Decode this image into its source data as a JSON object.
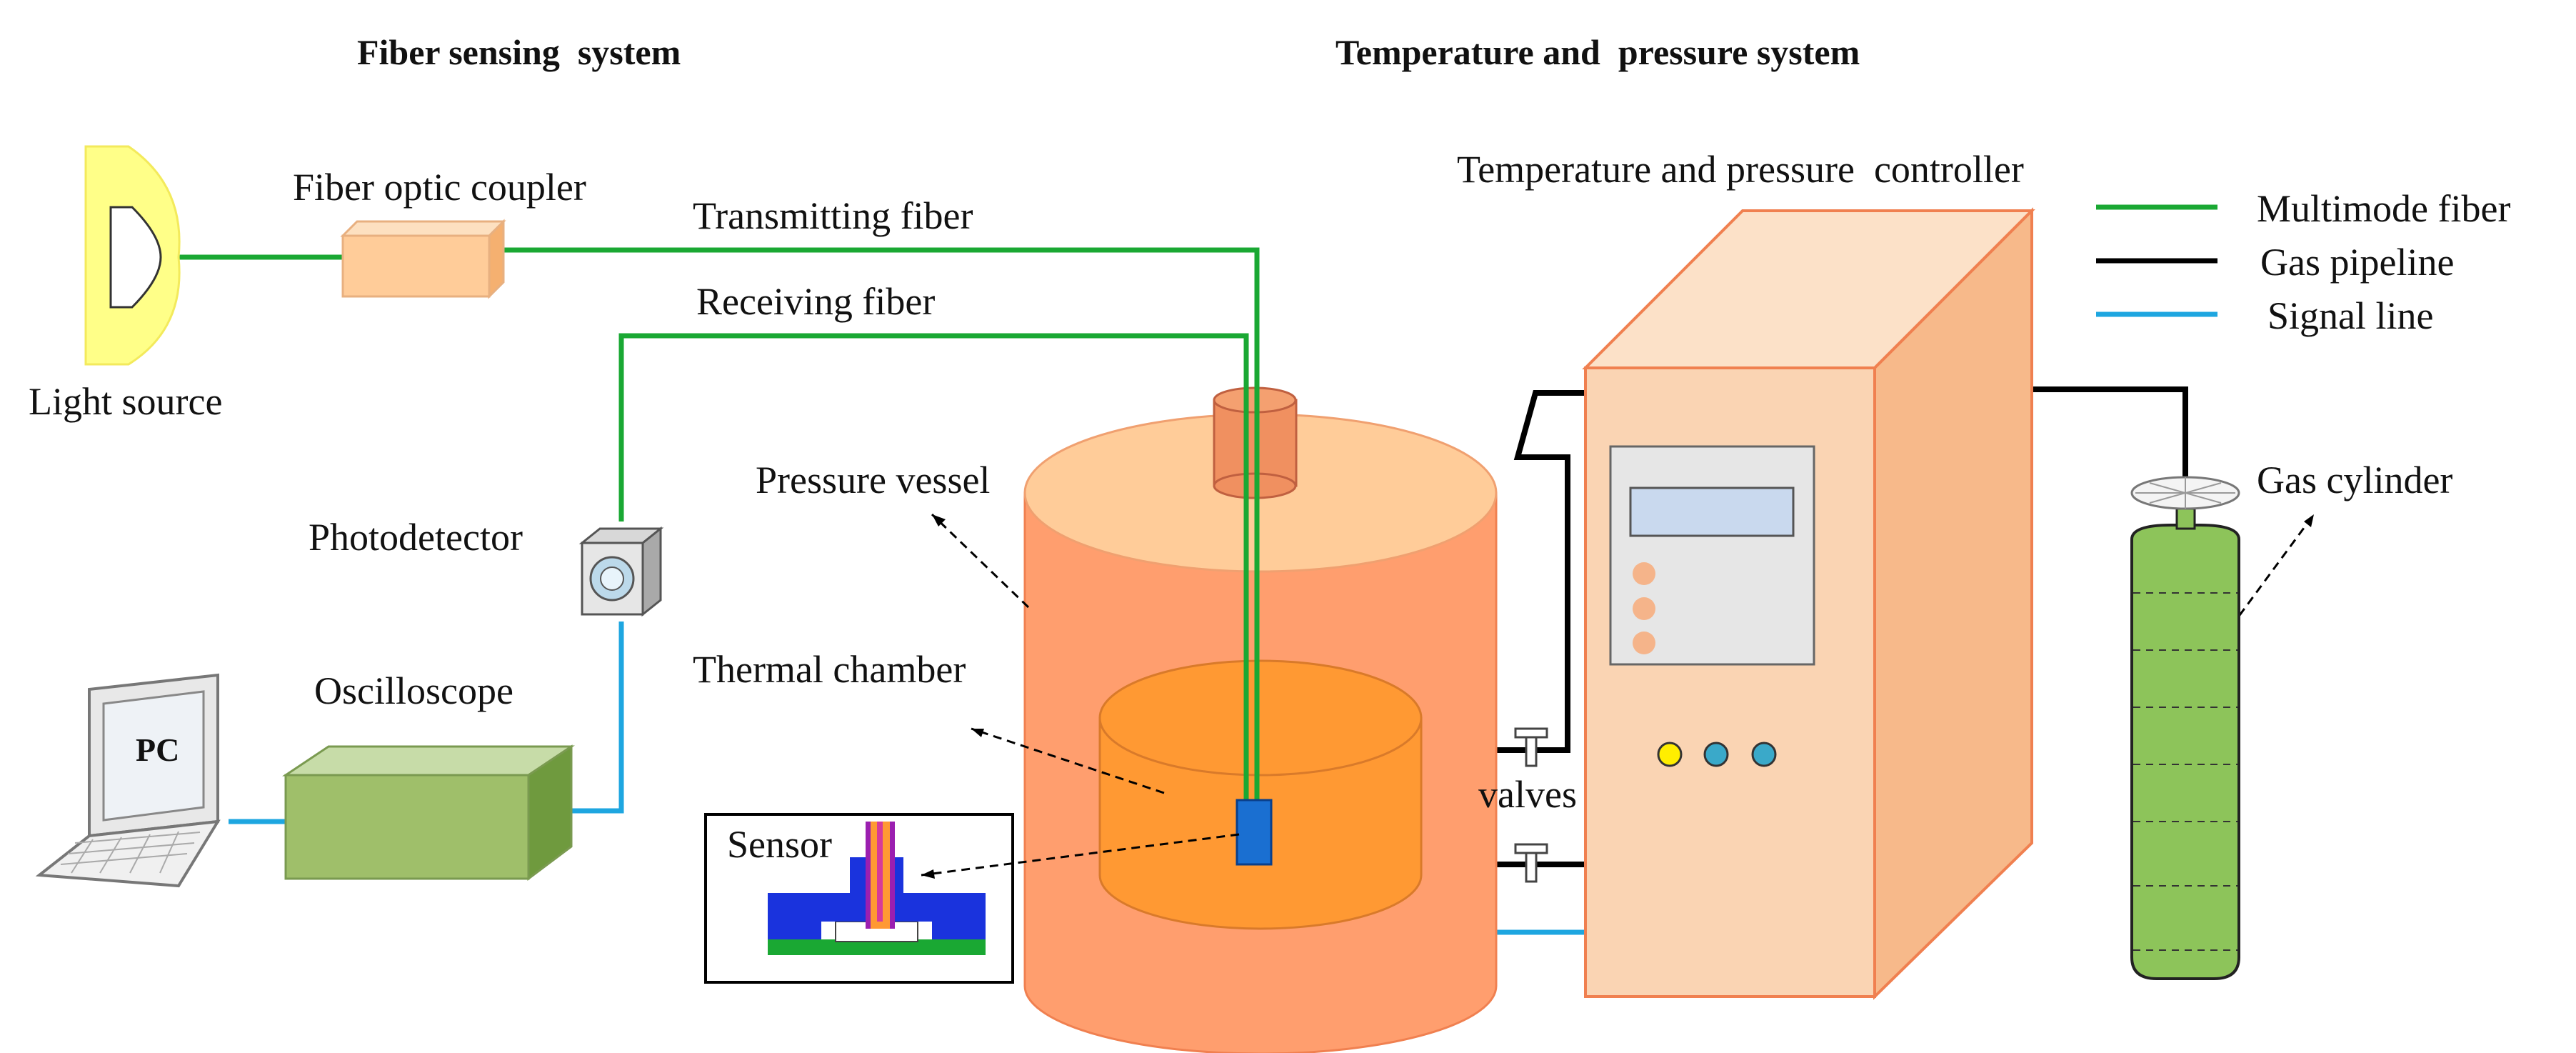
{
  "headers": {
    "left": "Fiber sensing  system",
    "right": "Temperature and  pressure system"
  },
  "labels": {
    "light_source": "Light source",
    "fiber_optic_coupler": "Fiber optic coupler",
    "transmitting_fiber": "Transmitting fiber",
    "receiving_fiber": "Receiving fiber",
    "photodetector": "Photodetector",
    "oscilloscope": "Oscilloscope",
    "pc": "PC",
    "pressure_vessel": "Pressure vessel",
    "thermal_chamber": "Thermal chamber",
    "sensor": "Sensor",
    "valves": "valves",
    "controller": "Temperature and pressure  controller",
    "gas_cylinder": "Gas cylinder"
  },
  "legend": [
    {
      "label": "Multimode fiber",
      "color": "#1aa833"
    },
    {
      "label": "Gas pipeline",
      "color": "#000000"
    },
    {
      "label": "Signal line",
      "color": "#1ea6e0"
    }
  ],
  "colors": {
    "fiber": "#1aa833",
    "gas": "#000000",
    "signal": "#1ea6e0",
    "vessel": "#ff9e6e",
    "vessel_top": "#ffcc99",
    "chamber": "#ff9933",
    "controller": "#fad4b3",
    "cylinder": "#8dc45a",
    "oscilloscope": "#9fbf6a",
    "light_source": "#ffff88",
    "coupler": "#ffcc99",
    "sensor_blue": "#0a2bd6"
  }
}
